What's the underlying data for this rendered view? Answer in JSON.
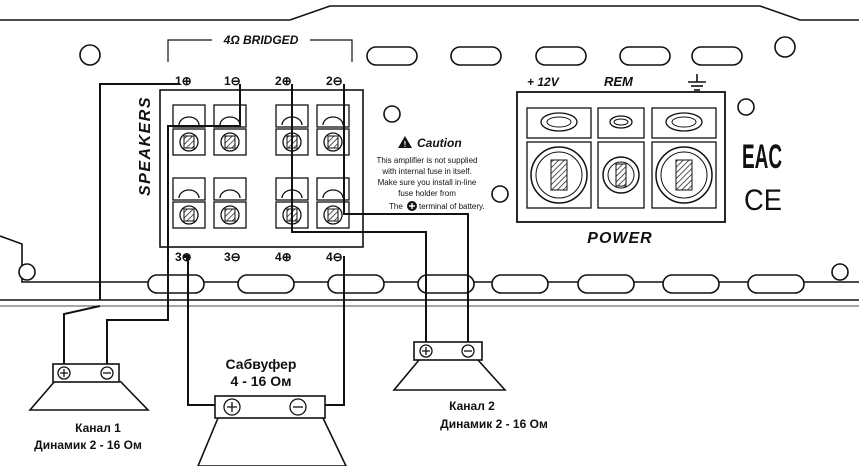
{
  "amplifier": {
    "bridged_label": "4Ω BRIDGED",
    "speakers_label": "SPEAKERS",
    "terminal_labels": {
      "t1_pos": "1⊕",
      "t1_neg": "1⊖",
      "t2_pos": "2⊕",
      "t2_neg": "2⊖",
      "t3_pos": "3⊕",
      "t3_neg": "3⊖",
      "t4_pos": "4⊕",
      "t4_neg": "4⊖"
    },
    "caution": {
      "title": "Caution",
      "lines": [
        "This amplifier is not supplied",
        "with internal fuse in itself.",
        "Make sure you install in-line",
        "fuse holder from",
        "terminal of battery."
      ],
      "line5_prefix": "The"
    },
    "power": {
      "v12_label": "+ 12V",
      "rem_label": "REM",
      "title": "POWER"
    },
    "certifications": {
      "eac": "EAC",
      "ce": "CE"
    }
  },
  "speakers": {
    "channel1": {
      "line1": "Канал 1",
      "line2": "Динамик 2 - 16 Ом"
    },
    "channel2": {
      "line1": "Канал 2",
      "line2": "Динамик 2 - 16 Ом"
    },
    "subwoofer": {
      "line1": "Сабвуфер",
      "line2": "4 - 16 Ом"
    }
  }
}
